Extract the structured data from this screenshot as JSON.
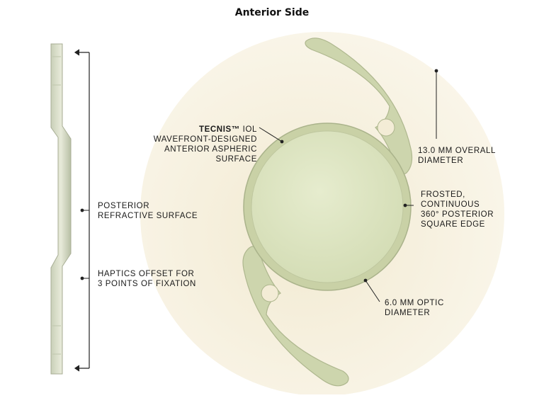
{
  "title": "Anterior Side",
  "labels": {
    "tecnis_brand": "TECNIS™",
    "tecnis_rest": " IOL",
    "tecnis_line2": "WAVEFRONT-DESIGNED",
    "tecnis_line3": "ANTERIOR ASPHERIC",
    "tecnis_line4": "SURFACE",
    "overall_line1": "13.0 mm OVERALL",
    "overall_line2": "DIAMETER",
    "frosted_line1": "FROSTED,",
    "frosted_line2": "CONTINUOUS",
    "frosted_line3": "360° POSTERIOR",
    "frosted_line4": "SQUARE EDGE",
    "optic_line1": "6.0 mm OPTIC",
    "optic_line2": "DIAMETER",
    "posterior_line1": "POSTERIOR",
    "posterior_line2": "REFRACTIVE SURFACE",
    "haptics_line1": "HAPTICS OFFSET FOR",
    "haptics_line2": "3 POINTS OF FIXATION"
  },
  "colors": {
    "background_disc": "#f6efdc",
    "lens": "#dfe6c4",
    "lens_edge": "#b9c29a",
    "haptic": "#cfd6b2",
    "leader": "#222222"
  }
}
